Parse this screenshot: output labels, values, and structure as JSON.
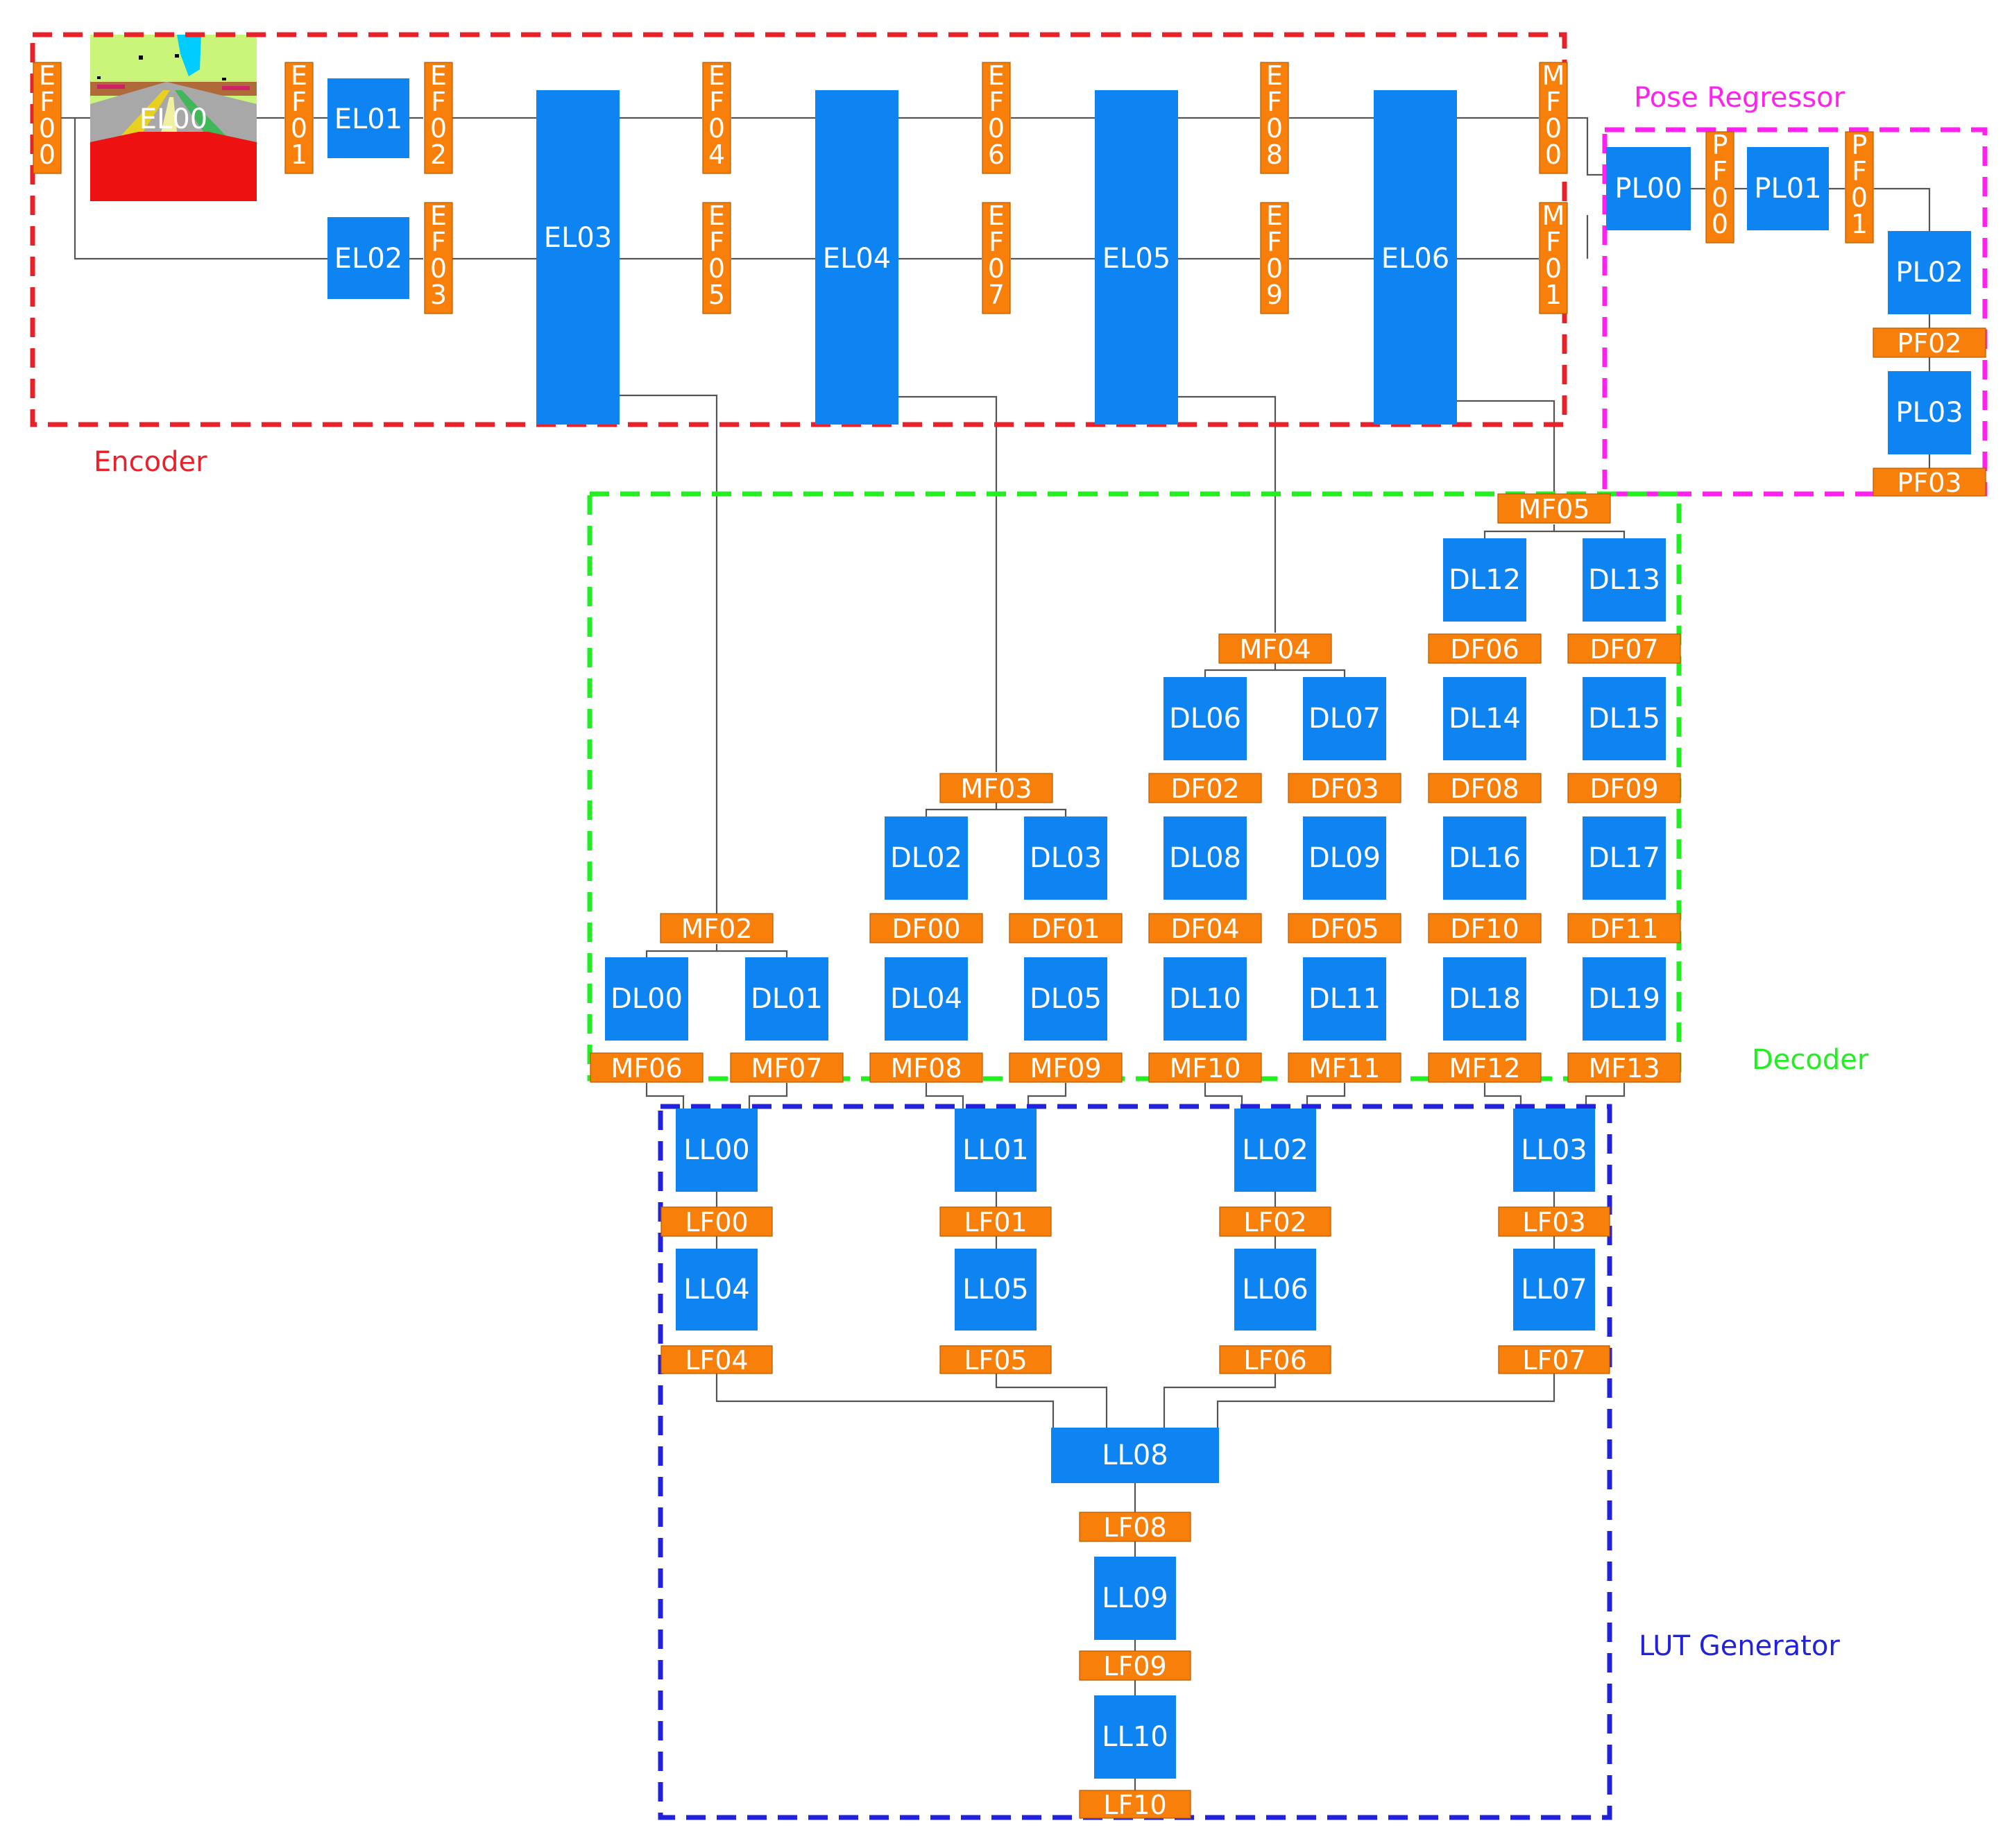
{
  "sections": {
    "encoder": {
      "label": "Encoder",
      "color": "#e8222a"
    },
    "pose": {
      "label": "Pose Regressor",
      "color": "#ff22ee"
    },
    "decoder": {
      "label": "Decoder",
      "color": "#22ee22"
    },
    "lut": {
      "label": "LUT Generator",
      "color": "#2222dd"
    }
  },
  "layers": {
    "EL00": "EL00",
    "EL01": "EL01",
    "EL02": "EL02",
    "EL03": "EL03",
    "EL04": "EL04",
    "EL05": "EL05",
    "EL06": "EL06",
    "PL00": "PL00",
    "PL01": "PL01",
    "PL02": "PL02",
    "PL03": "PL03",
    "DL00": "DL00",
    "DL01": "DL01",
    "DL02": "DL02",
    "DL03": "DL03",
    "DL04": "DL04",
    "DL05": "DL05",
    "DL06": "DL06",
    "DL07": "DL07",
    "DL08": "DL08",
    "DL09": "DL09",
    "DL10": "DL10",
    "DL11": "DL11",
    "DL12": "DL12",
    "DL13": "DL13",
    "DL14": "DL14",
    "DL15": "DL15",
    "DL16": "DL16",
    "DL17": "DL17",
    "DL18": "DL18",
    "DL19": "DL19",
    "LL00": "LL00",
    "LL01": "LL01",
    "LL02": "LL02",
    "LL03": "LL03",
    "LL04": "LL04",
    "LL05": "LL05",
    "LL06": "LL06",
    "LL07": "LL07",
    "LL08": "LL08",
    "LL09": "LL09",
    "LL10": "LL10"
  },
  "features": {
    "EF00": "EF00",
    "EF01": "EF01",
    "EF02": "EF02",
    "EF03": "EF03",
    "EF04": "EF04",
    "EF05": "EF05",
    "EF06": "EF06",
    "EF07": "EF07",
    "EF08": "EF08",
    "EF09": "EF09",
    "MF00": "MF00",
    "MF01": "MF01",
    "MF02": "MF02",
    "MF03": "MF03",
    "MF04": "MF04",
    "MF05": "MF05",
    "MF06": "MF06",
    "MF07": "MF07",
    "MF08": "MF08",
    "MF09": "MF09",
    "MF10": "MF10",
    "MF11": "MF11",
    "MF12": "MF12",
    "MF13": "MF13",
    "PF00": "PF00",
    "PF01": "PF01",
    "PF02": "PF02",
    "PF03": "PF03",
    "DF00": "DF00",
    "DF01": "DF01",
    "DF02": "DF02",
    "DF03": "DF03",
    "DF04": "DF04",
    "DF05": "DF05",
    "DF06": "DF06",
    "DF07": "DF07",
    "DF08": "DF08",
    "DF09": "DF09",
    "DF10": "DF10",
    "DF11": "DF11",
    "LF00": "LF00",
    "LF01": "LF01",
    "LF02": "LF02",
    "LF03": "LF03",
    "LF04": "LF04",
    "LF05": "LF05",
    "LF06": "LF06",
    "LF07": "LF07",
    "LF08": "LF08",
    "LF09": "LF09",
    "LF10": "LF10"
  },
  "colors": {
    "layer": "#0d84f2",
    "feature": "#f8800a",
    "wire": "#555555"
  },
  "input_image": {
    "description_icon": "road-segmentation-thumbnail"
  }
}
